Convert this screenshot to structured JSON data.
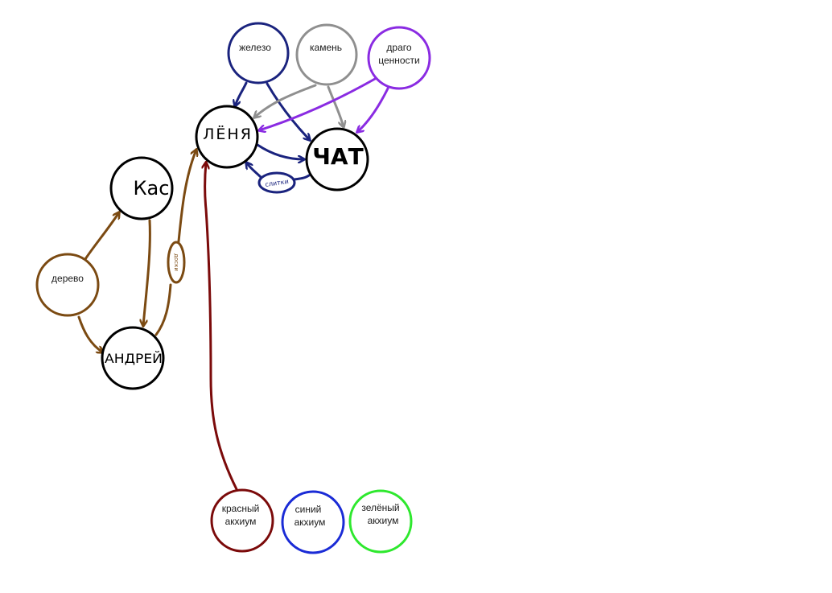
{
  "nodes": {
    "iron": {
      "label": "железо",
      "color": "#1a237e"
    },
    "stone": {
      "label": "камень",
      "color": "#8f8f8f"
    },
    "gems": {
      "label_line1": "драго",
      "label_line2": "ценности",
      "color": "#8a2be2"
    },
    "lyonya": {
      "label": "ЛЁНЯ",
      "color": "#000000"
    },
    "chat": {
      "label": "ЧАТ",
      "color": "#000000"
    },
    "kas": {
      "label": "Кас",
      "color": "#000000"
    },
    "wood": {
      "label": "дерево",
      "color": "#7b4a12"
    },
    "andrey": {
      "label": "АНДРЕЙ",
      "color": "#000000"
    },
    "red_akhium": {
      "label_line1": "красный",
      "label_line2": "акхиум",
      "color": "#7b0a0a"
    },
    "blue_akhium": {
      "label_line1": "синий",
      "label_line2": "акхиум",
      "color": "#1a2bd6"
    },
    "green_akhium": {
      "label_line1": "зелёный",
      "label_line2": "акхиум",
      "color": "#2ee82e"
    }
  },
  "edge_labels": {
    "ingots": {
      "label": "слитки",
      "color": "#1a237e"
    },
    "boards": {
      "label": "доски",
      "color": "#7b4a12"
    }
  }
}
